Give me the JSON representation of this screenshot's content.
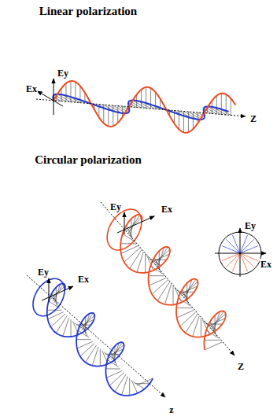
{
  "diagram": {
    "labels": [
      "Linear polarization",
      "Ey",
      "Ex",
      "Z",
      "Circular polarization",
      "Ey",
      "Ex",
      "Ey",
      "Ex",
      "Z",
      "z",
      "Ey",
      "Ex"
    ]
  }
}
